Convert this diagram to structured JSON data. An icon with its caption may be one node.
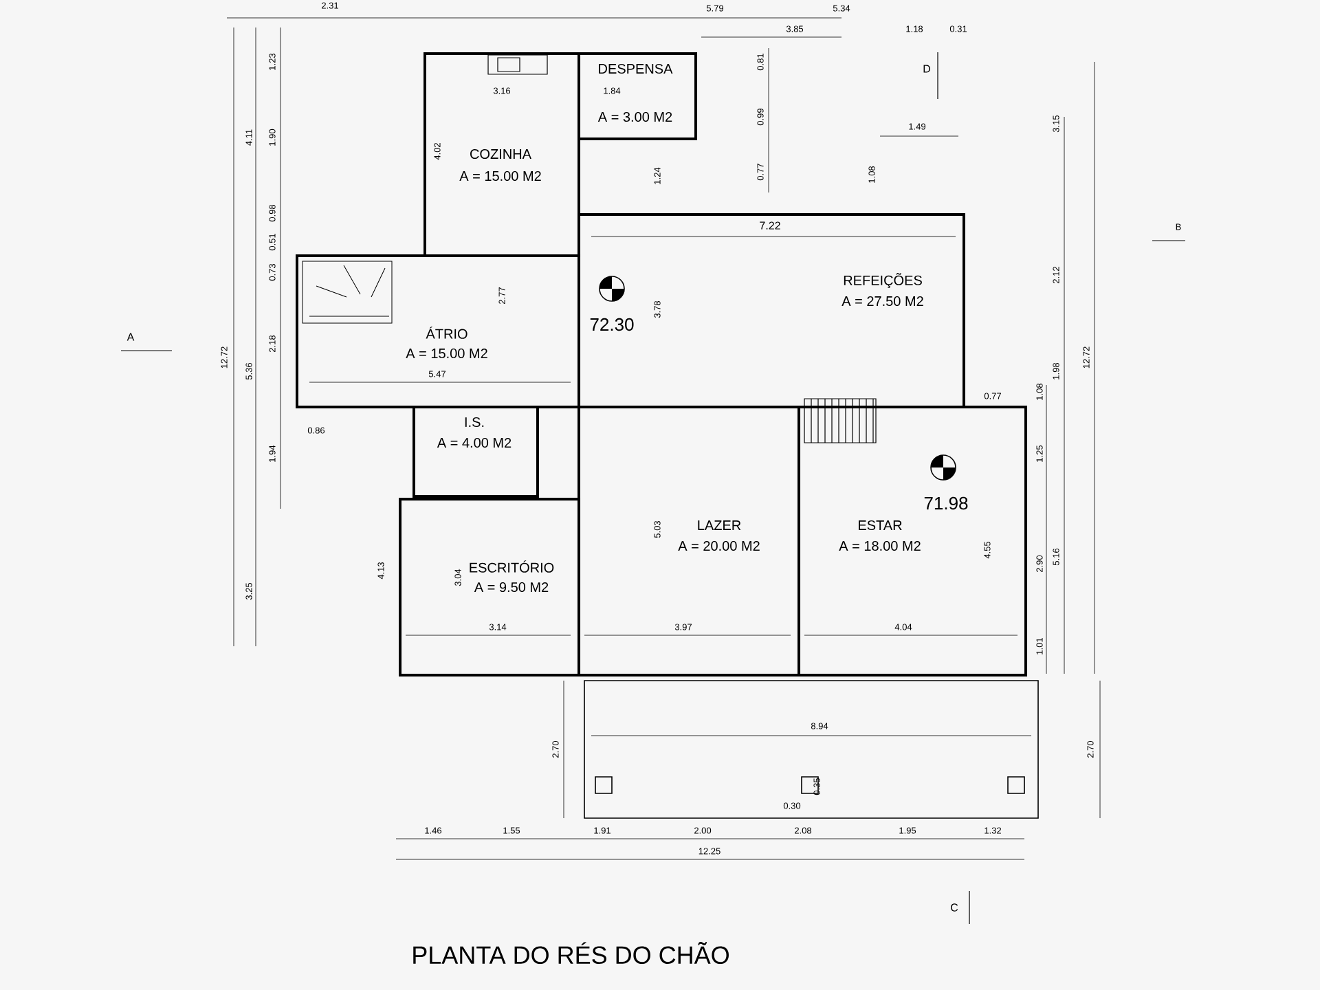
{
  "diagram": {
    "title": "PLANTA DO RÉS DO CHÃO",
    "nodes": [
      {
        "text": [
          "COZINHA",
          "A = 15.00 M2"
        ]
      },
      {
        "text": [
          "DESPENSA",
          "A = 3.00 M2"
        ]
      },
      {
        "text": [
          "ÁTRIO",
          "A = 15.00 M2"
        ]
      },
      {
        "text": [
          "I.S.",
          "A = 4.00 M2"
        ]
      },
      {
        "text": [
          "REFEIÇÕES",
          "A = 27.50 M2"
        ]
      },
      {
        "text": [
          "ESCRITÓRIO",
          "A = 9.50 M2"
        ]
      },
      {
        "text": [
          "LAZER",
          "A = 20.00 M2"
        ]
      },
      {
        "text": [
          "ESTAR",
          "A = 18.00 M2"
        ]
      }
    ],
    "labels": [
      "2.31",
      "5.79",
      "5.34",
      "3.85",
      "1.18",
      "0.31",
      "D",
      "3.16",
      "1.84",
      "0.81",
      "0.99",
      "0.77",
      "1.49",
      "1.08",
      "3.15",
      "7.22",
      "B",
      "4.11",
      "1.23",
      "1.90",
      "0.98",
      "0.51",
      "0.73",
      "4.02",
      "1.24",
      "72.30",
      "A",
      "12.72",
      "5.36",
      "2.18",
      "2.77",
      "3.78",
      "5.47",
      "2.12",
      "12.72",
      "1.98",
      "1.08",
      "0.77",
      "0.86",
      "1.94",
      "1.25",
      "71.98",
      "5.03",
      "4.13",
      "3.04",
      "4.55",
      "2.90",
      "5.16",
      "3.25",
      "3.14",
      "3.97",
      "4.04",
      "1.01",
      "8.94",
      "2.70",
      "2.70",
      "0.30",
      "0.35",
      "1.46",
      "1.55",
      "1.91",
      "2.00",
      "2.08",
      "1.95",
      "1.32",
      "12.25",
      "C"
    ]
  }
}
